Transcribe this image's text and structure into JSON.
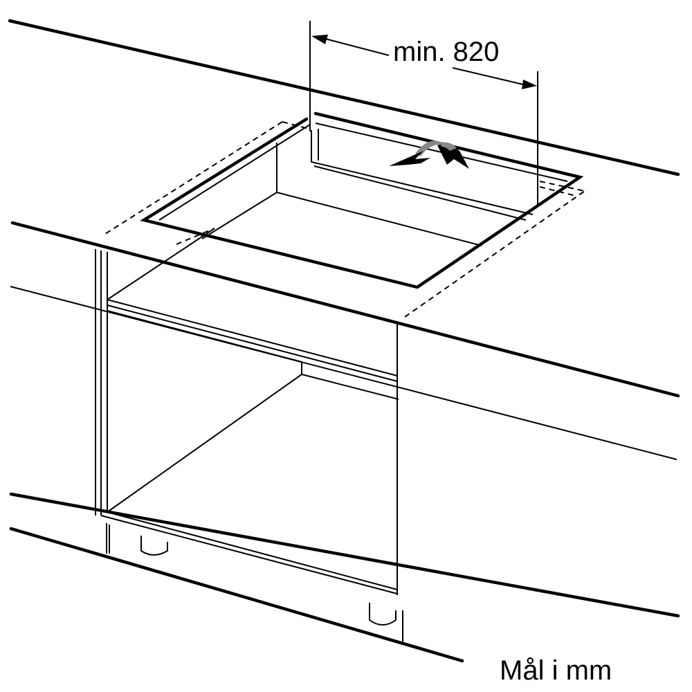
{
  "diagram": {
    "title": "Hob built-in cutout installation diagram",
    "dimension": {
      "label": "min. 820",
      "value": 820,
      "qualifier": "min."
    },
    "units_note": "Mål i mm",
    "colors": {
      "line": "#000000",
      "background": "#ffffff",
      "arrow_shadow": "#888888"
    },
    "elements": {
      "worktop": "worktop-outline",
      "cutout": "cutout-rectangle",
      "cabinet": "base-cabinet",
      "feet": "cabinet-feet",
      "direction_arrow": "curved-insert-arrow-icon"
    }
  }
}
